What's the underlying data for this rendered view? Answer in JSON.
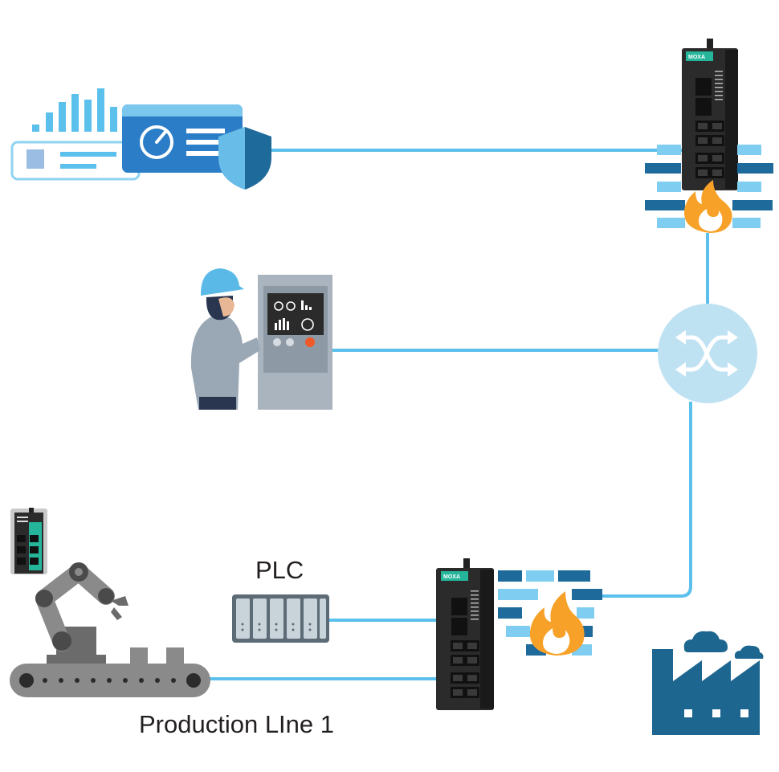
{
  "labels": {
    "plc": "PLC",
    "production_line": "Production LIne 1"
  },
  "device_brand": "MOXA",
  "colors": {
    "link": "#5bc0eb",
    "switch_circle": "#bfe2f3",
    "firewall_dark": "#1e6a9a",
    "firewall_light": "#7fcdf0",
    "flame": "#f7a128",
    "factory": "#1d6690",
    "device_body": "#2b2b2b",
    "device_accent": "#25b59a"
  },
  "icons": {
    "dashboard": "dashboard-shield-icon",
    "operator": "operator-hmi-icon",
    "switch": "network-switch-icon",
    "firewall": "firewall-icon",
    "factory": "factory-icon",
    "plc": "plc-rack-icon",
    "robot": "robot-arm-conveyor-icon"
  }
}
